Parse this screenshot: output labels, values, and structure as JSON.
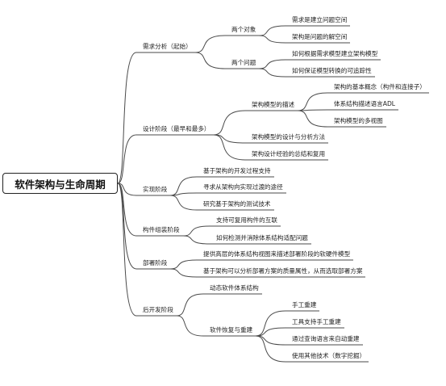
{
  "root": "软件架构与生命周期",
  "branches": [
    {
      "label": "需求分析（起始）",
      "children": [
        {
          "label": "两个对象",
          "children": [
            "需求是建立问题空间",
            "架构是问题的解空间"
          ]
        },
        {
          "label": "两个问题",
          "children": [
            "如何根据需求模型建立架构模型",
            "如何保证模型转换的可追踪性"
          ]
        }
      ]
    },
    {
      "label": "设计阶段（最早和最多）",
      "children": [
        {
          "label": "架构模型的描述",
          "children": [
            "架构的基本概念（构件和连接子）",
            "体系结构描述语言ADL",
            "架构模型的多视图"
          ]
        },
        {
          "label": "架构模型的设计与分析方法"
        },
        {
          "label": "架构设计经验的总结和复用"
        }
      ]
    },
    {
      "label": "实现阶段",
      "children": [
        {
          "label": "基于架构的开发过程支持"
        },
        {
          "label": "寻求从架构向实现过渡的途径"
        },
        {
          "label": "研究基于架构的测试技术"
        }
      ]
    },
    {
      "label": "构件组装阶段",
      "children": [
        {
          "label": "支持可复用构件的互联"
        },
        {
          "label": "如何检测并消除体系结构适配问题"
        }
      ]
    },
    {
      "label": "部署阶段",
      "children": [
        {
          "label": "提供高层的体系结构视图来描述部署阶段的软硬件模型"
        },
        {
          "label": "基于架构可以分析部署方案的质量属性，从而选取部署方案"
        }
      ]
    },
    {
      "label": "后开发阶段",
      "children": [
        {
          "label": "动态软件体系结构"
        },
        {
          "label": "软件恢复与重建",
          "children": [
            "手工重建",
            "工具支持手工重建",
            "通过查询语言来自动重建",
            "使用其他技术（数字挖掘）"
          ]
        }
      ]
    }
  ]
}
